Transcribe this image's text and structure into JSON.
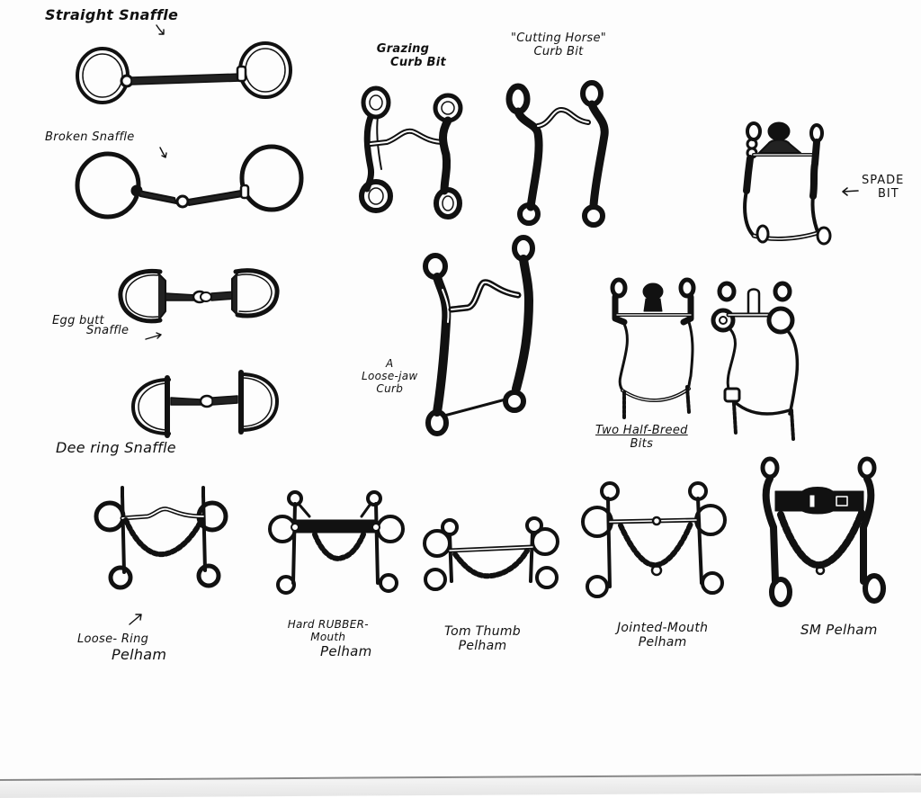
{
  "page": {
    "background": "#fdfdfd",
    "ink_color": "#111111"
  },
  "labels": {
    "straight_snaffle": "Straight Snaffle",
    "broken_snaffle": "Broken Snaffle",
    "egg_butt_snaffle": {
      "line1": "Egg butt",
      "line2": "Snaffle"
    },
    "dee_ring_snaffle": "Dee ring Snaffle",
    "grazing_curb_bit": {
      "line1": "Grazing",
      "line2": "Curb Bit"
    },
    "cutting_horse_curb_bit": {
      "line1": "\"Cutting Horse\"",
      "line2": "Curb Bit"
    },
    "spade_bit": {
      "line1": "SPADE",
      "line2": "BIT"
    },
    "loose_jaw_curb": {
      "line1": "A",
      "line2": "Loose-jaw",
      "line3": "Curb"
    },
    "two_half_breed_bits": {
      "line1": "Two Half-Breed",
      "line2": "Bits"
    },
    "loose_ring_pelham": {
      "line1": "Loose- Ring",
      "line2": "Pelham"
    },
    "hard_rubber_mouth_pelham": {
      "line1": "Hard RUBBER-",
      "line2": "Mouth",
      "line3": "Pelham"
    },
    "tom_thumb_pelham": {
      "line1": "Tom Thumb",
      "line2": "Pelham"
    },
    "jointed_mouth_pelham": {
      "line1": "Jointed-Mouth",
      "line2": "Pelham"
    },
    "sm_pelham": "SM Pelham"
  },
  "bits": [
    {
      "id": "straight-snaffle",
      "type": "snaffle",
      "mouthpiece": "straight"
    },
    {
      "id": "broken-snaffle",
      "type": "snaffle",
      "mouthpiece": "jointed"
    },
    {
      "id": "egg-butt-snaffle",
      "type": "snaffle",
      "mouthpiece": "jointed"
    },
    {
      "id": "dee-ring-snaffle",
      "type": "snaffle",
      "mouthpiece": "jointed"
    },
    {
      "id": "grazing-curb-bit",
      "type": "curb"
    },
    {
      "id": "cutting-horse-curb-bit",
      "type": "curb"
    },
    {
      "id": "spade-bit",
      "type": "curb"
    },
    {
      "id": "loose-jaw-curb",
      "type": "curb"
    },
    {
      "id": "half-breed-bit-1",
      "type": "curb"
    },
    {
      "id": "half-breed-bit-2",
      "type": "curb"
    },
    {
      "id": "loose-ring-pelham",
      "type": "pelham"
    },
    {
      "id": "hard-rubber-mouth-pelham",
      "type": "pelham"
    },
    {
      "id": "tom-thumb-pelham",
      "type": "pelham"
    },
    {
      "id": "jointed-mouth-pelham",
      "type": "pelham"
    },
    {
      "id": "sm-pelham",
      "type": "pelham"
    }
  ],
  "icons": {
    "pointer_arrow": "arrow-icon"
  }
}
